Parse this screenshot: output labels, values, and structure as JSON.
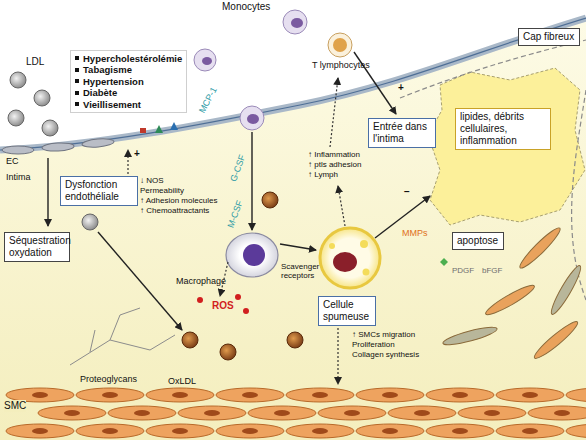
{
  "diagram": {
    "nodes": [
      {
        "text": [
          "Hypercholestérolémie",
          "Tabagisme",
          "Hypertension",
          "Diabète",
          "Vieillisement"
        ]
      },
      {
        "text": [
          "Cap fibreux"
        ]
      },
      {
        "text": [
          "Entrée dans l'intima"
        ]
      },
      {
        "text": [
          "lipides, débrits cellulaires, inflammation"
        ]
      },
      {
        "text": [
          "Dysfonction endothéliale"
        ]
      },
      {
        "text": [
          "apoptose"
        ]
      },
      {
        "text": [
          "Séquestration oxydation"
        ]
      },
      {
        "text": [
          "Cellule spumeuse"
        ]
      }
    ],
    "labels": [
      "Monocytes",
      "T lymphocytes",
      "LDL",
      "MCP-1",
      "EC",
      "Intima",
      "↓ NOS",
      "Permeability",
      "↑ Adhesion molecules",
      "↑ Chemoattractants",
      "G-CSF",
      "M-CSF",
      "+",
      "+",
      "−",
      "Macrophage",
      "Scavenger receptors",
      "ROS",
      "↑ Inflammation",
      "↑ ptls adhesion",
      "↑ Lymph",
      "MMPs",
      "PDGF",
      "bFGF",
      "↑ SMCs migration",
      "Proliferation",
      "Collagen synthesis",
      "Proteoglycans",
      "OxLDL",
      "SMC"
    ]
  }
}
